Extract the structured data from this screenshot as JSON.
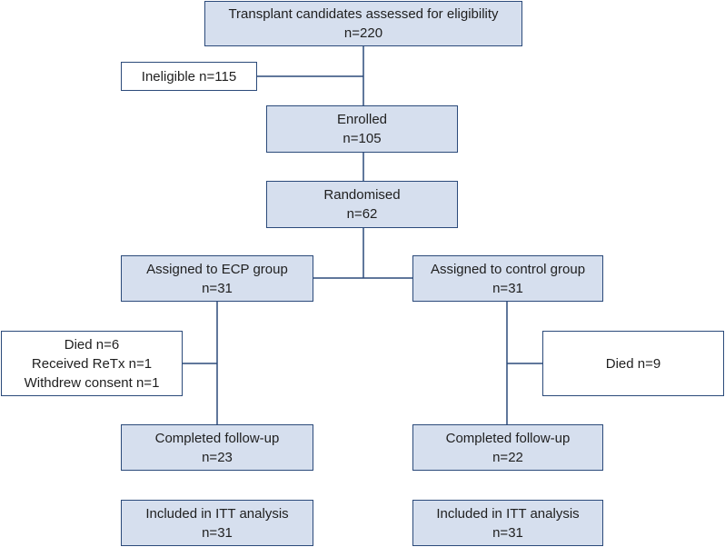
{
  "screening": {
    "title": "Transplant candidates assessed for eligibility",
    "count": "n=220"
  },
  "ineligible": {
    "label": "Ineligible n=115"
  },
  "enrolled": {
    "title": "Enrolled",
    "count": "n=105"
  },
  "randomised": {
    "title": "Randomised",
    "count": "n=62"
  },
  "ecp_arm": {
    "assigned": {
      "title": "Assigned to ECP group",
      "count": "n=31"
    },
    "exclusions": [
      "Died n=6",
      "Received ReTx n=1",
      "Withdrew consent n=1"
    ],
    "completed": {
      "title": "Completed follow-up",
      "count": "n=23"
    },
    "itt": {
      "title": "Included in ITT analysis",
      "count": "n=31"
    }
  },
  "control_arm": {
    "assigned": {
      "title": "Assigned to control group",
      "count": "n=31"
    },
    "exclusions": [
      "Died n=9"
    ],
    "completed": {
      "title": "Completed follow-up",
      "count": "n=22"
    },
    "itt": {
      "title": "Included in ITT analysis",
      "count": "n=31"
    }
  },
  "colors": {
    "box_fill": "#d6dfee",
    "box_border": "#2b4a7a",
    "line": "#2b4a7a"
  }
}
